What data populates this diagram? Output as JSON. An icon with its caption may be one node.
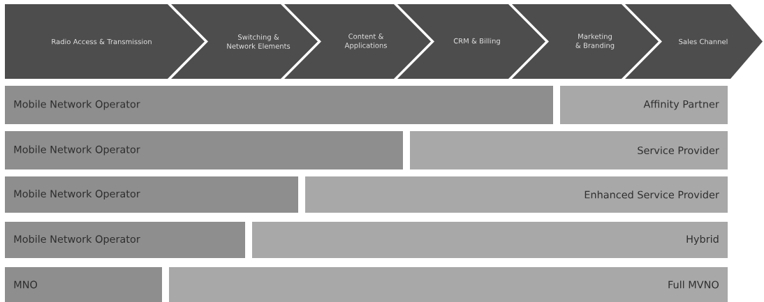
{
  "diagram": {
    "nodes": [
      {
        "text": [
          "Radio Access & Transmission"
        ]
      },
      {
        "text": [
          "Switching & Network Elements"
        ]
      },
      {
        "text": [
          "Content & Applications"
        ]
      },
      {
        "text": [
          "CRM & Billing"
        ]
      },
      {
        "text": [
          "Marketing & Branding"
        ]
      },
      {
        "text": [
          "Sales Channel"
        ]
      },
      {
        "text": [
          "Mobile Network Operator"
        ]
      },
      {
        "text": [
          "Affinity Partner"
        ]
      },
      {
        "text": [
          "Mobile Network Operator"
        ]
      },
      {
        "text": [
          "Service Provider"
        ]
      },
      {
        "text": [
          "Mobile Network Operator"
        ]
      },
      {
        "text": [
          "Enhanced Service Provider"
        ]
      },
      {
        "text": [
          "Mobile Network Operator"
        ]
      },
      {
        "text": [
          "Hybrid"
        ]
      },
      {
        "text": [
          "MNO"
        ]
      },
      {
        "text": [
          "Full MVNO"
        ]
      }
    ]
  }
}
